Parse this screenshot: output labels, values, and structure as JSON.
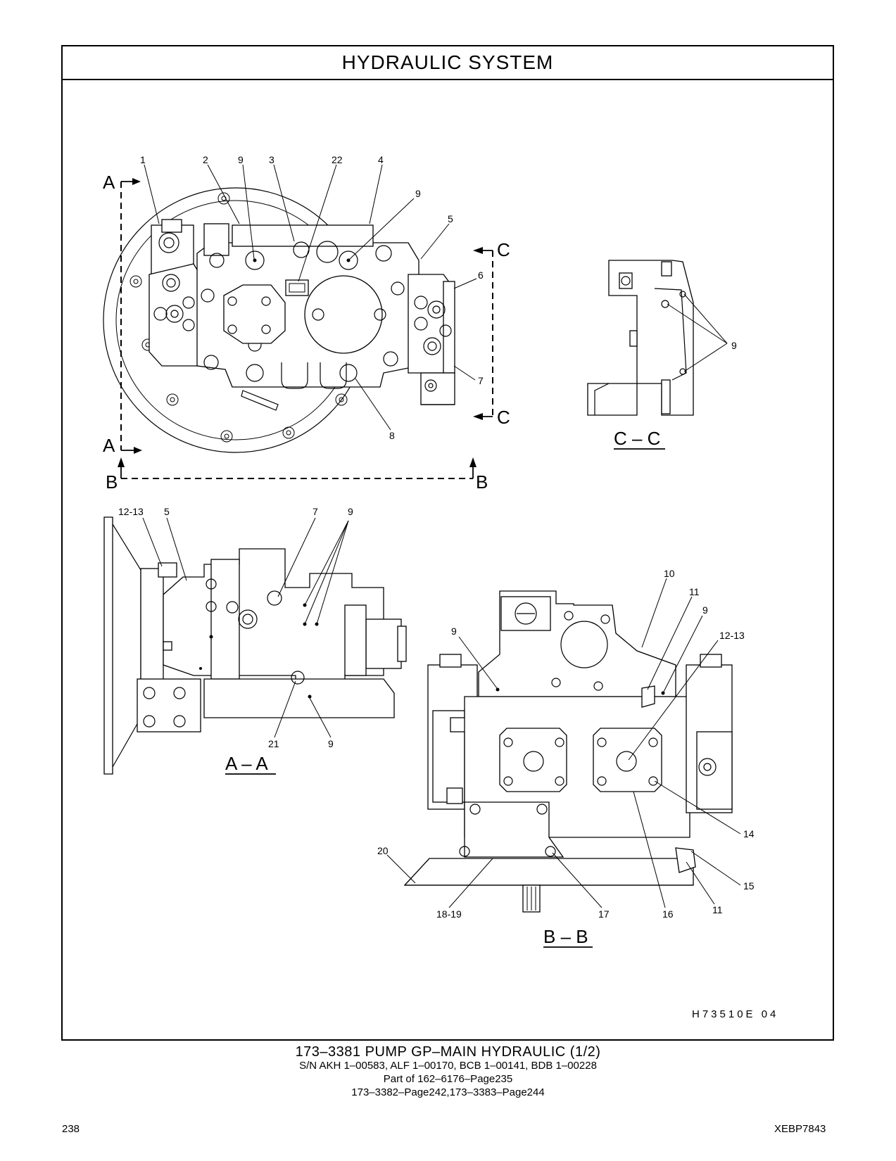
{
  "header": {
    "title": "HYDRAULIC   SYSTEM"
  },
  "diagram": {
    "drawing_code": "H73510E    04",
    "section_labels": {
      "a_top": "A",
      "a_bottom": "A",
      "b_left": "B",
      "b_right": "B",
      "c_top": "C",
      "c_bottom": "C",
      "view_aa": "A – A",
      "view_bb": "B – B",
      "view_cc": "C – C"
    },
    "callouts": {
      "top": [
        "1",
        "2",
        "9",
        "3",
        "22",
        "4",
        "9",
        "5",
        "6",
        "7",
        "8"
      ],
      "cc": [
        "9"
      ],
      "aa": [
        "12-13",
        "5",
        "7",
        "9",
        "21",
        "9"
      ],
      "bb": [
        "10",
        "11",
        "9",
        "12-13",
        "9",
        "14",
        "15",
        "11",
        "16",
        "17",
        "18-19",
        "20"
      ]
    }
  },
  "caption": {
    "line1": "173–3381   PUMP  GP–MAIN  HYDRAULIC (1/2)",
    "line2": "S/N AKH 1–00583, ALF 1–00170, BCB 1–00141, BDB 1–00228",
    "line3": "Part of 162–6176–Page235",
    "line4": "173–3382–Page242,173–3383–Page244"
  },
  "footer": {
    "page_number": "238",
    "doc_id": "XEBP7843"
  }
}
